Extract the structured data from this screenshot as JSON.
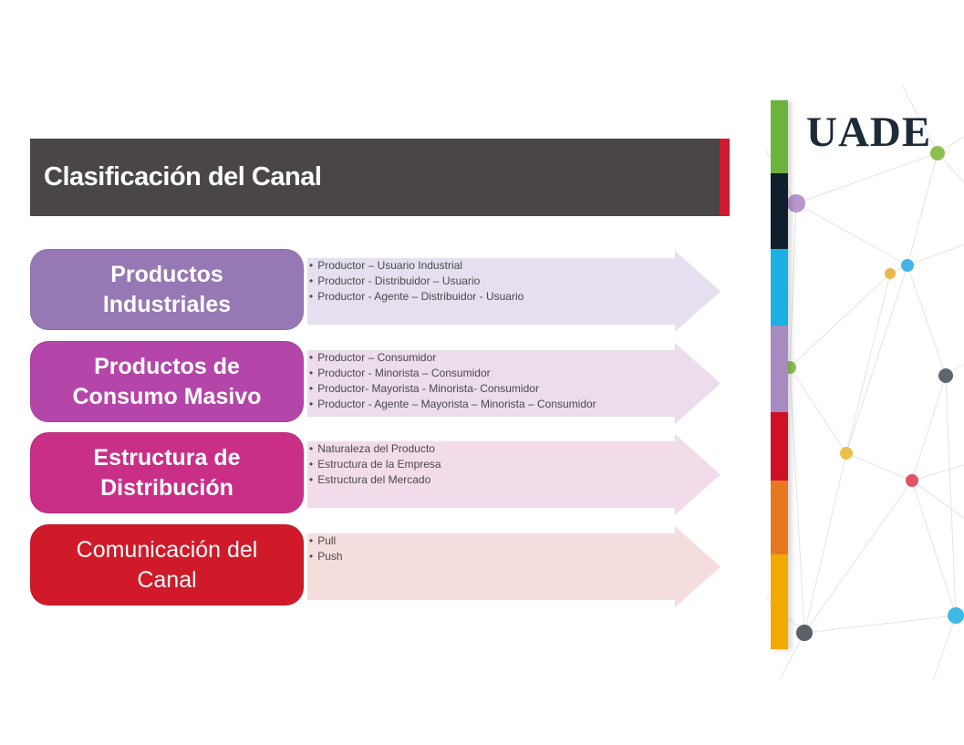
{
  "slide": {
    "title": "Clasificación del Canal",
    "title_bar": {
      "bg": "#4a4547",
      "accent": "#d11a2e"
    },
    "logo_text": "UADE",
    "logo_color": "#1d2b39",
    "rows": [
      {
        "title": "Productos Industriales",
        "colors": {
          "box": "#9678b4",
          "arrow": "#e6dff0"
        },
        "bullets": [
          "Productor – Usuario Industrial",
          "Productor - Distribuidor – Usuario",
          "Productor - Agente – Distribuidor - Usuario"
        ]
      },
      {
        "title": "Productos de Consumo Masivo",
        "colors": {
          "box": "#b446a9",
          "arrow": "#ecdcec"
        },
        "bullets": [
          "Productor – Consumidor",
          "Productor - Minorista – Consumidor",
          "Productor- Mayorista - Minorista- Consumidor",
          "Productor - Agente – Mayorista – Minorista – Consumidor"
        ]
      },
      {
        "title": "Estructura de Distribución",
        "colors": {
          "box": "#ca2f88",
          "arrow": "#f3dcea"
        },
        "bullets": [
          "Naturaleza del Producto",
          "Estructura de la Empresa",
          "Estructura del Mercado"
        ]
      },
      {
        "title": "Comunicación del Canal",
        "colors": {
          "box": "#d01a29",
          "arrow": "#f5dddd"
        },
        "bullets": [
          "Pull",
          "Push"
        ]
      }
    ],
    "strip": {
      "segments": [
        {
          "name": "green",
          "color": "#6cb33e"
        },
        {
          "name": "navy",
          "color": "#101f2d"
        },
        {
          "name": "cyan",
          "color": "#1ab0e3"
        },
        {
          "name": "purple",
          "color": "#a78ac0"
        },
        {
          "name": "red",
          "color": "#ce1126"
        },
        {
          "name": "orange",
          "color": "#e87722"
        },
        {
          "name": "amber",
          "color": "#f2a900"
        }
      ]
    },
    "network": {
      "line_color": "#e4e4e4",
      "dots": [
        {
          "name": "green-dot-top",
          "color": "#8cc04f"
        },
        {
          "name": "purple-dot",
          "color": "#b995cb"
        },
        {
          "name": "cyan-dot-mid",
          "color": "#45b5e8"
        },
        {
          "name": "amber-dot-mid",
          "color": "#eab84a"
        },
        {
          "name": "green-dot-left",
          "color": "#8cc04f"
        },
        {
          "name": "gray-dot-right",
          "color": "#5b6770"
        },
        {
          "name": "amber-dot-lower",
          "color": "#ecc04a"
        },
        {
          "name": "red-dot",
          "color": "#e25368"
        },
        {
          "name": "cyan-dot-bottom",
          "color": "#3fb9e5"
        },
        {
          "name": "gray-dot-bottom",
          "color": "#596269"
        }
      ]
    }
  }
}
